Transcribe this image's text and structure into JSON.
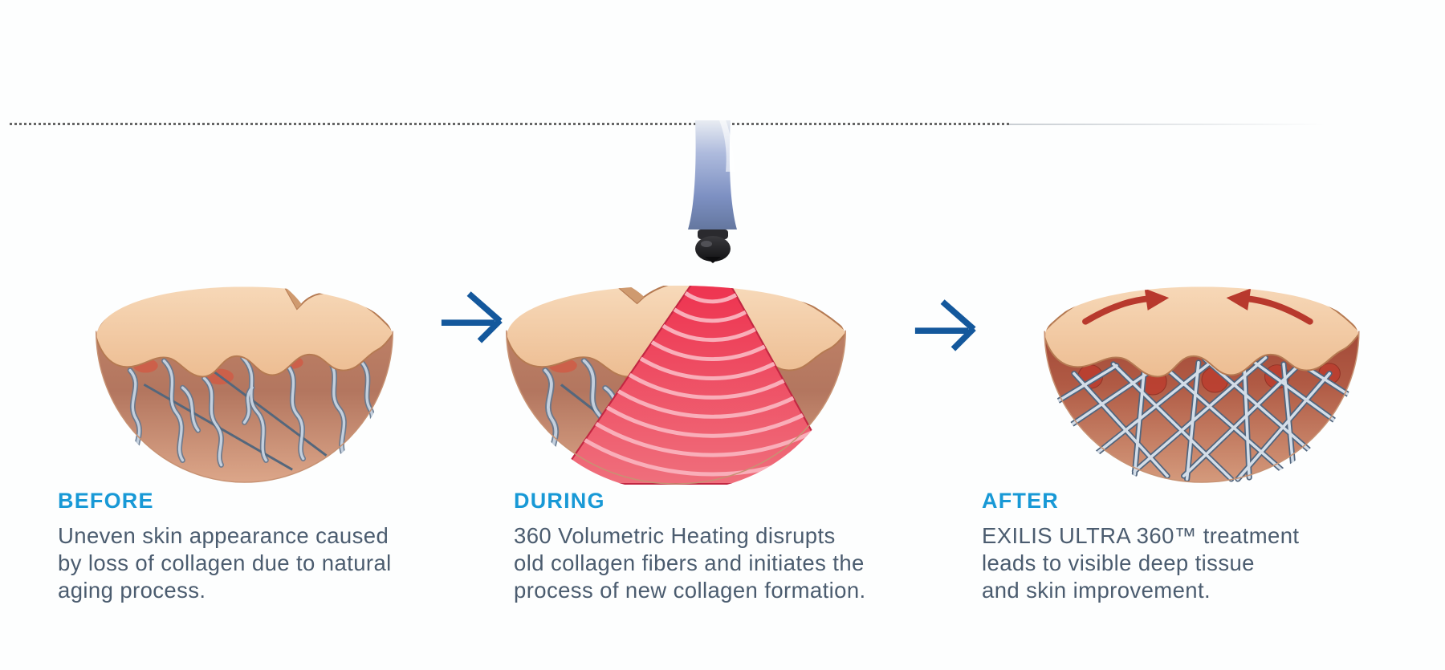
{
  "page": {
    "background": "#fdfefe"
  },
  "divider": {
    "style": "dotted-fading-right",
    "color": "#4b4b4b"
  },
  "colors": {
    "heading": "#1899d6",
    "body_text": "#4b5c6f",
    "flow_arrow": "#14589c",
    "epidermis": "#f3cba4",
    "dermis": "#b97f68",
    "collagen_fiber": "#c3cfdd",
    "heat_cone": "#ee3b55",
    "heat_arc": "#f9aeb9",
    "device_body": "#7d90c2",
    "device_tip": "#141416",
    "surface_arrow": "#b8392d"
  },
  "icons": [
    {
      "name": "flow-arrow-icon",
      "glyph": "→"
    },
    {
      "name": "treatment-applicator-icon",
      "glyph": "ultrasound handpiece"
    },
    {
      "name": "surface-tightening-arrows-icon",
      "glyph": "⟲⟳"
    }
  ],
  "panels": [
    {
      "label": "BEFORE",
      "lines": [
        "Uneven skin appearance caused",
        "by loss of collagen due to natural",
        "aging process."
      ]
    },
    {
      "label": "DURING",
      "lines": [
        "360 Volumetric Heating disrupts",
        "old collagen fibers and initiates the",
        "process of new collagen formation."
      ]
    },
    {
      "label": "AFTER",
      "lines": [
        "EXILIS ULTRA 360™ treatment",
        "leads to visible deep tissue",
        "and skin improvement."
      ]
    }
  ]
}
